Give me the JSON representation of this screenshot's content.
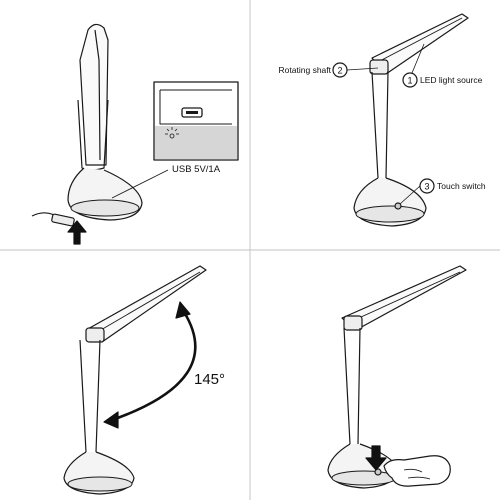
{
  "panels": {
    "usb": {
      "port_label": "USB 5V/1A"
    },
    "parts": {
      "callouts": [
        {
          "number": "1",
          "text": "LED light source"
        },
        {
          "number": "2",
          "text": "Rotating shaft"
        },
        {
          "number": "3",
          "text": "Touch switch"
        }
      ]
    },
    "rotation": {
      "angle_label": "145°"
    },
    "touch": {}
  },
  "colors": {
    "line": "#1a1a1a",
    "divider": "#cfcfcf",
    "shade": "#d6d6d6",
    "arrow": "#111111"
  }
}
